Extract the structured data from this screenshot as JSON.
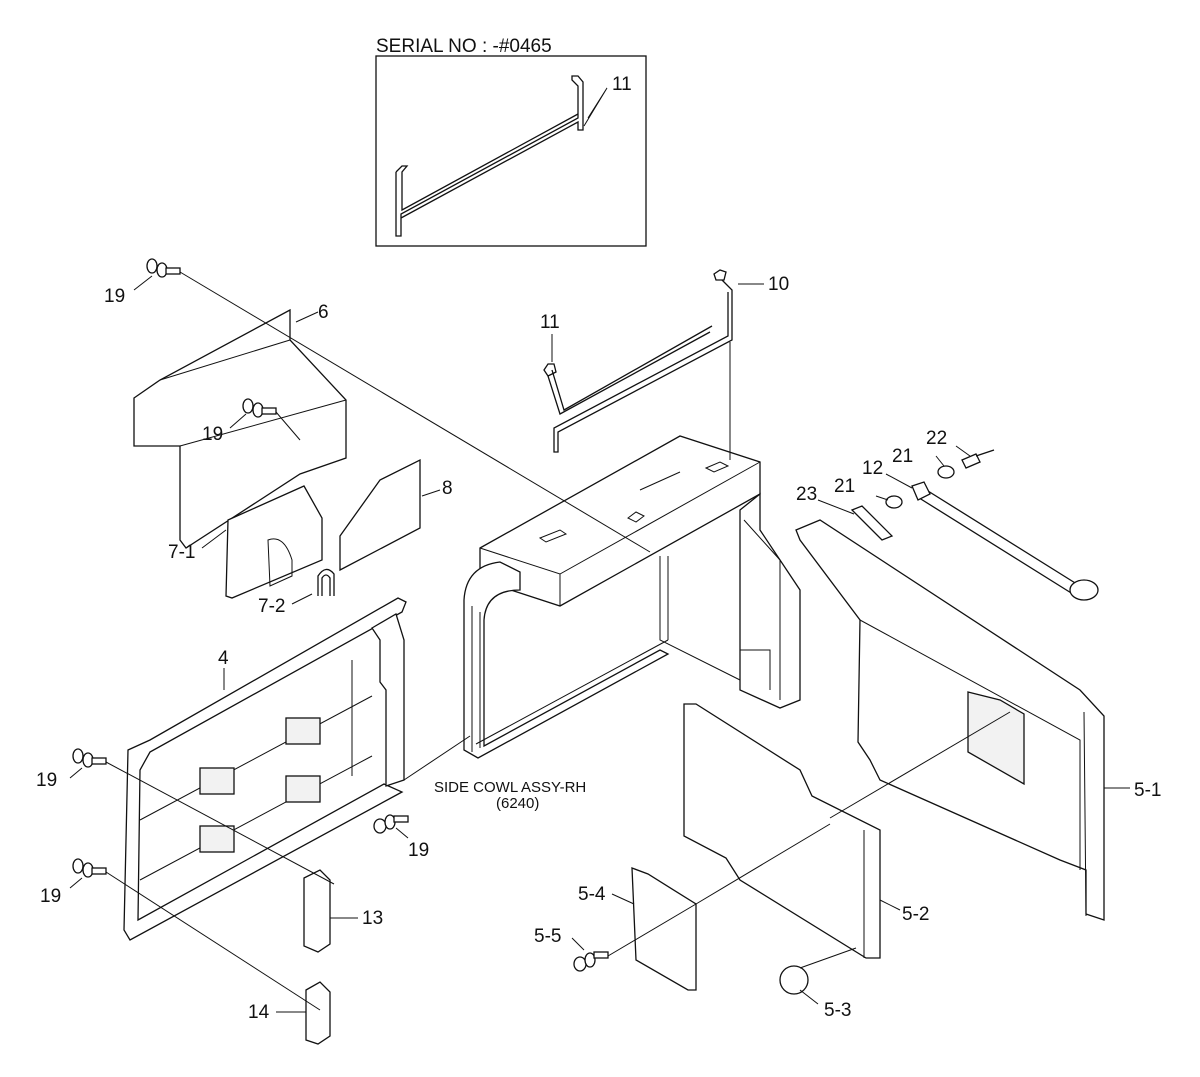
{
  "inset": {
    "title": "SERIAL NO : -#0465",
    "part_label": "11"
  },
  "main_assembly": {
    "name": "SIDE COWL ASSY-RH",
    "code": "(6240)"
  },
  "labels": {
    "p4": "4",
    "p5_1": "5-1",
    "p5_2": "5-2",
    "p5_3": "5-3",
    "p5_4": "5-4",
    "p5_5": "5-5",
    "p6": "6",
    "p7_1": "7-1",
    "p7_2": "7-2",
    "p8": "8",
    "p10": "10",
    "p11": "11",
    "p12": "12",
    "p13": "13",
    "p14": "14",
    "p19_a": "19",
    "p19_b": "19",
    "p19_c": "19",
    "p19_d": "19",
    "p19_e": "19",
    "p21_a": "21",
    "p21_b": "21",
    "p22": "22",
    "p23": "23"
  }
}
